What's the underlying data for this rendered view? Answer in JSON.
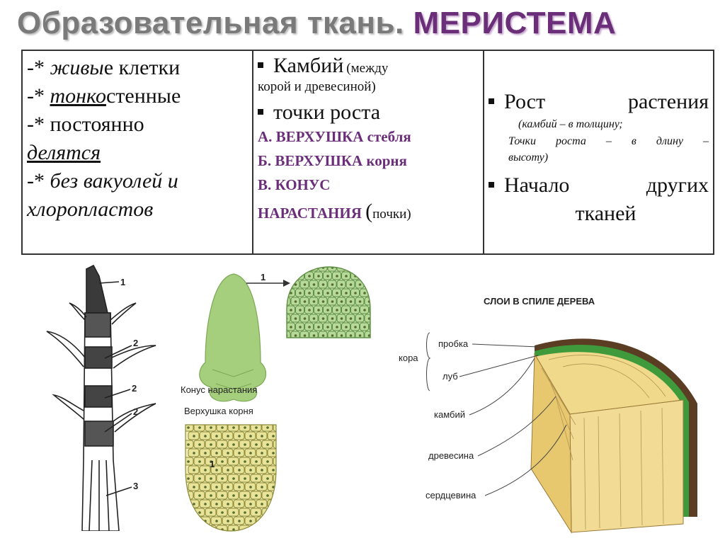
{
  "title": {
    "part1": "Образовательная ткань.",
    "part2": "МЕРИСТЕМА"
  },
  "col1": {
    "l1_prefix": "-* ",
    "l1_italic": "живы",
    "l1_rest": "е клетки",
    "l2_prefix": "-* ",
    "l2_italic": "тонко",
    "l2_rest": "стенные",
    "l3": "-* постоянно",
    "l4": "делятся",
    "l5_prefix": "-* ",
    "l5_italic": "без вакуолей и",
    "l6": "хлоропластов"
  },
  "col2": {
    "b1_big": "Камбий",
    "b1_small_a": "(между",
    "b1_small_b": "корой и древесиной)",
    "b2_big": "точки роста",
    "a": "А. ВЕРХУШКА",
    "a_rest": "стебля",
    "b": "Б. ВЕРХУШКА",
    "b_rest": "корня",
    "c": "В. КОНУС",
    "c2": "НАРАСТАНИЯ",
    "c2_paren": "(",
    "c2_small": "почки)"
  },
  "col3": {
    "b1_a": "Рост",
    "b1_b": "растения",
    "b1_small_a": "(камбий – в толщину;",
    "b1_small_b": "Точки роста – в длину –",
    "b1_small_c": "высоту)",
    "b2_a": "Начало",
    "b2_b": "других",
    "b2_c": "тканей"
  },
  "diagram_stem": {
    "n1": "1",
    "n2a": "2",
    "n2b": "2",
    "n2c": "2",
    "n3": "3"
  },
  "diagram_cone": {
    "arrow_label": "1",
    "caption_cone": "Конус нарастания",
    "caption_root": "Верхушка корня",
    "root_label": "1"
  },
  "diagram_tree": {
    "title": "СЛОИ В СПИЛЕ ДЕРЕВА",
    "kora": "кора",
    "probka": "пробка",
    "lub": "луб",
    "kambiy": "камбий",
    "drevesina": "древесина",
    "serdcevina": "сердцевина"
  },
  "colors": {
    "purple": "#6b2f7a",
    "green_cone": "#a6cf7d",
    "yellow_cells": "#e9e39a",
    "wood": "#f0d98a",
    "bark": "#5a3d22",
    "cambium": "#3f9a3c"
  }
}
